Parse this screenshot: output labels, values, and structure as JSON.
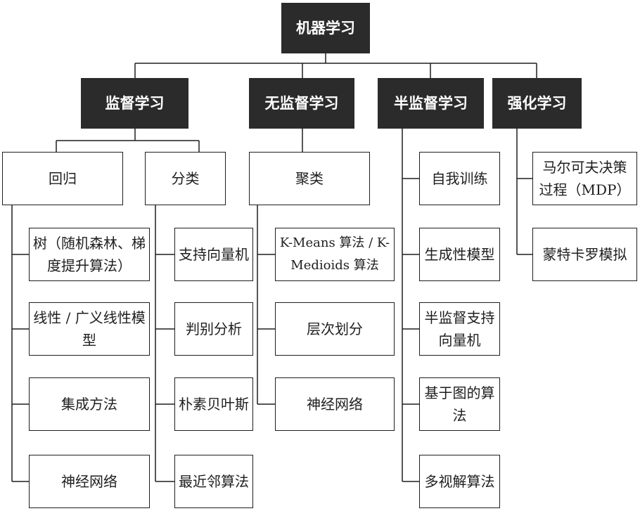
{
  "diagram": {
    "colors": {
      "dark_fill": "#2b2b2b",
      "dark_text": "#ffffff",
      "line": "#1e1e1e"
    },
    "root": "机器学习",
    "branches": {
      "supervised": "监督学习",
      "unsupervised": "无监督学习",
      "semi_supervised": "半监督学习",
      "reinforcement": "强化学习"
    },
    "subcategories": {
      "regression": "回归",
      "classification": "分类",
      "clustering": "聚类"
    },
    "regression_items": [
      "树（随机森林、梯度提升算法）",
      "线性 / 广义线性模型",
      "集成方法",
      "神经网络"
    ],
    "classification_items": [
      "支持向量机",
      "判别分析",
      "朴素贝叶斯",
      "最近邻算法"
    ],
    "clustering_items": [
      "K-Means 算法 / K-Medioids 算法",
      "层次划分",
      "神经网络"
    ],
    "semi_supervised_items": [
      "自我训练",
      "生成性模型",
      "半监督支持向量机",
      "基于图的算法",
      "多视解算法"
    ],
    "reinforcement_items": [
      "马尔可夫决策过程（MDP）",
      "蒙特卡罗模拟"
    ]
  }
}
